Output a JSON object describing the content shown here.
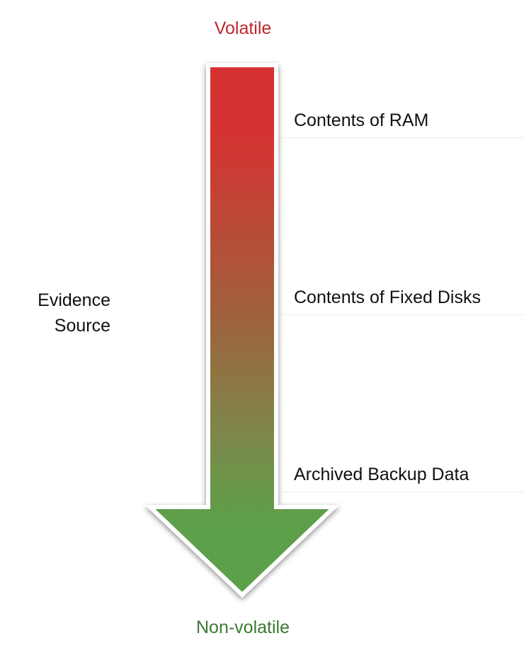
{
  "top_label": "Volatile",
  "bottom_label": "Non-volatile",
  "side_label": "Evidence Source",
  "stages": [
    {
      "label": "Contents of RAM"
    },
    {
      "label": "Contents of Fixed Disks"
    },
    {
      "label": "Archived Backup Data"
    }
  ],
  "colors": {
    "volatile": "#d32f2f",
    "non_volatile": "#5aa04a",
    "top_label": "#c1272d",
    "bottom_label": "#3a7a32"
  }
}
